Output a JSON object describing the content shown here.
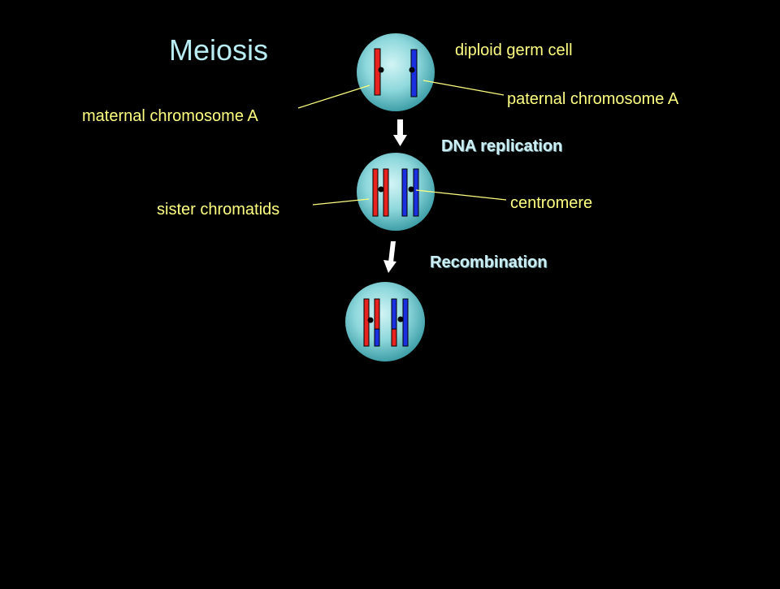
{
  "title": "Meiosis",
  "labels": {
    "diploid_germ_cell": "diploid germ cell",
    "paternal_chromosome": "paternal chromosome A",
    "maternal_chromosome": "maternal chromosome A",
    "dna_replication": "DNA replication",
    "sister_chromatids": "sister chromatids",
    "centromere": "centromere",
    "recombination": "Recombination"
  },
  "colors": {
    "background": "#000000",
    "cell_fill": "#8ed8dc",
    "maternal": "#e8231f",
    "paternal": "#1a2fe0",
    "leader_line": "#ffff80",
    "title": "#b8ecf2",
    "step_label": "#cceff5"
  }
}
